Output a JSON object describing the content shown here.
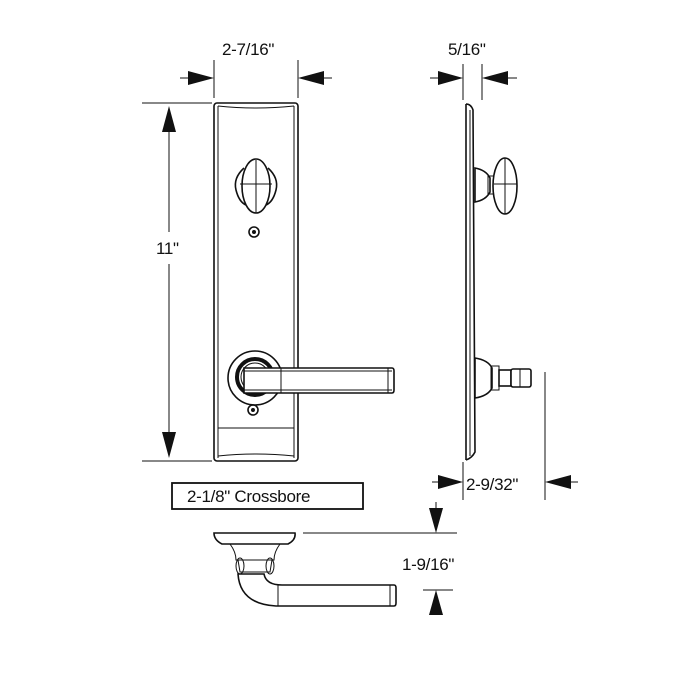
{
  "diagram": {
    "subject": "Door lock escutcheon with lever handle - dimensional drawing",
    "views": [
      "front-view",
      "side-view",
      "top-view"
    ],
    "colors": {
      "line": "#111111",
      "background": "#ffffff"
    }
  },
  "dimensions": {
    "plate_width": "2-7/16\"",
    "plate_height": "11\"",
    "plate_depth": "5/16\"",
    "lever_projection": "2-9/32\"",
    "lever_drop": "1-9/16\"",
    "crossbore": "2-1/8\" Crossbore"
  }
}
